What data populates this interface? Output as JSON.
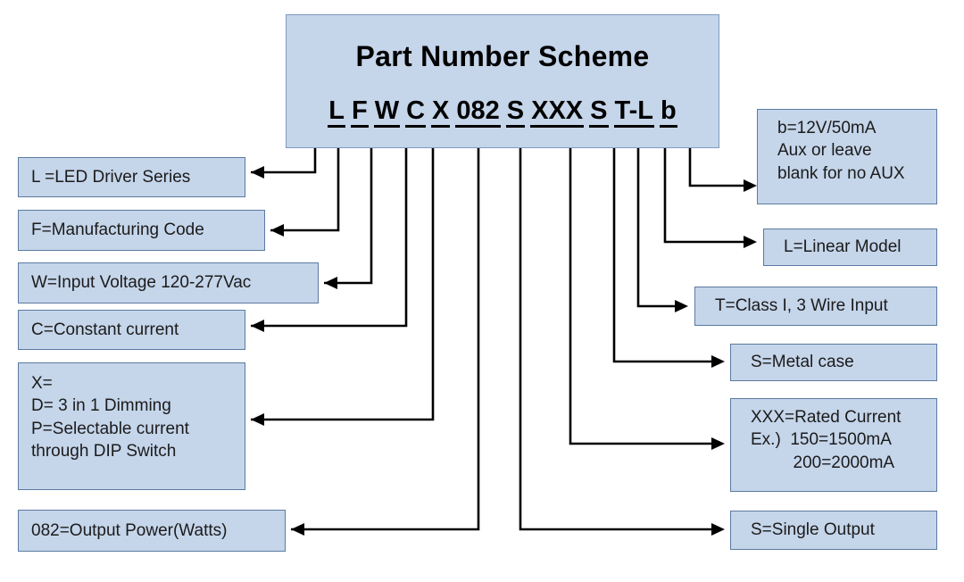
{
  "diagram": {
    "title": "Part Number Scheme",
    "code_segments": [
      "L",
      "F",
      "W",
      "C",
      "X",
      "082",
      "S",
      "XXX",
      "S",
      "T-L",
      "b"
    ],
    "accent_fill": "#c5d5ea",
    "accent_border": "#5b7ba0",
    "connector_color": "#000000"
  },
  "left_boxes": [
    {
      "name": "led-driver-series",
      "lines": [
        "L =LED Driver Series"
      ]
    },
    {
      "name": "manufacturing-code",
      "lines": [
        "F=Manufacturing Code"
      ]
    },
    {
      "name": "input-voltage",
      "lines": [
        "W=Input Voltage 120-277Vac"
      ]
    },
    {
      "name": "constant-current",
      "lines": [
        "C=Constant current"
      ]
    },
    {
      "name": "dimming-options",
      "lines": [
        "X=",
        "D= 3 in 1 Dimming",
        "P=Selectable current",
        "through DIP Switch"
      ]
    },
    {
      "name": "output-power",
      "lines": [
        "082=Output Power(Watts)"
      ]
    }
  ],
  "right_boxes": [
    {
      "name": "aux-output",
      "lines": [
        "b=12V/50mA",
        "Aux or leave",
        "blank for no AUX"
      ]
    },
    {
      "name": "linear-model",
      "lines": [
        "L=Linear Model"
      ]
    },
    {
      "name": "class-wire-input",
      "lines": [
        "T=Class I, 3 Wire Input"
      ]
    },
    {
      "name": "metal-case",
      "lines": [
        "S=Metal case"
      ]
    },
    {
      "name": "rated-current",
      "lines": [
        "XXX=Rated Current",
        "Ex.)  150=1500mA",
        "         200=2000mA"
      ]
    },
    {
      "name": "single-output",
      "lines": [
        "S=Single Output"
      ]
    }
  ]
}
